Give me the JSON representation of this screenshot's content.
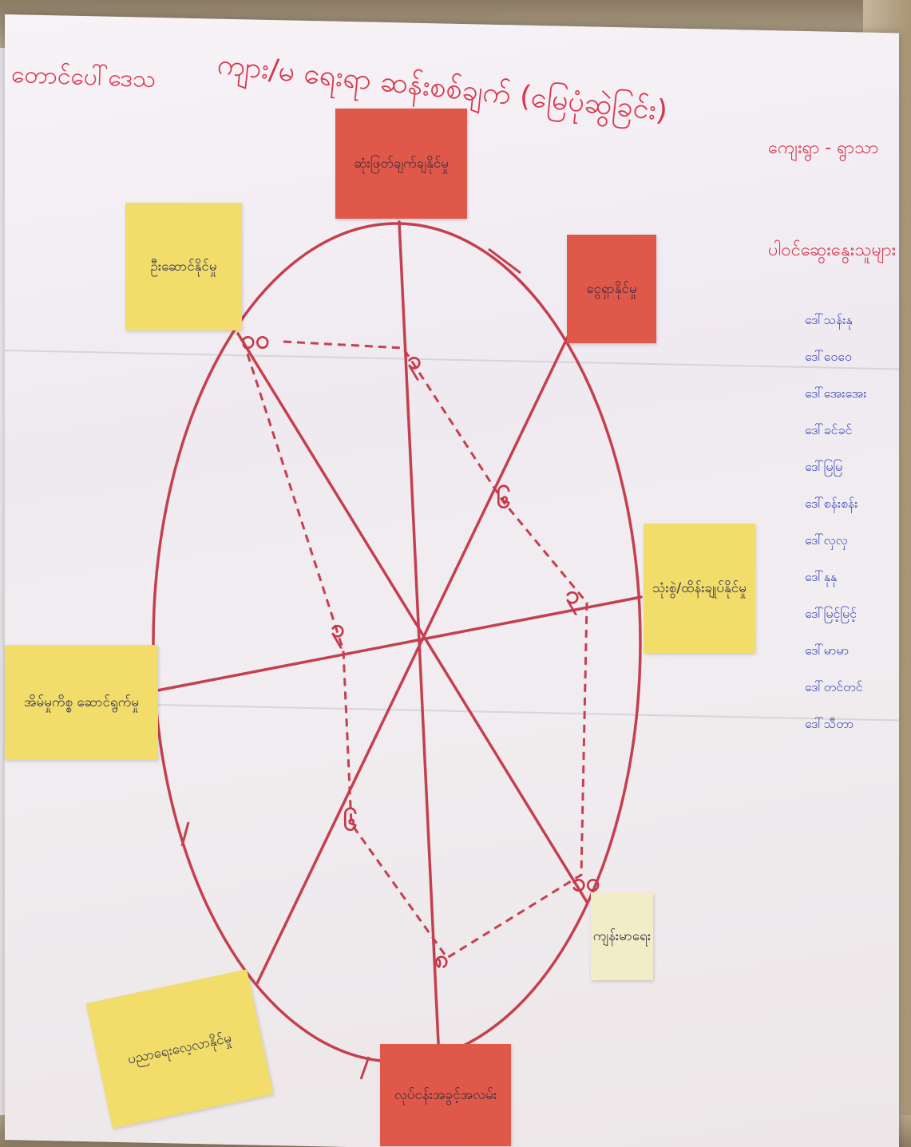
{
  "header": {
    "organization": "တောင်ပေါ်ဒေသ",
    "title": "ကျား/မ ရေးရာ ဆန်းစစ်ချက် (မြေပုံဆွဲခြင်း)"
  },
  "side_panel": {
    "heading_1": "ကျေးရွာ - ရွာသာ",
    "heading_2": "ပါဝင်ဆွေးနွေးသူများ",
    "participants": [
      "ဒေါ်သန်းနု",
      "ဒေါ်ဝေဝေ",
      "ဒေါ်အေးအေး",
      "ဒေါ်ခင်ခင်",
      "ဒေါ်မြမြ",
      "ဒေါ်စန်းစန်း",
      "ဒေါ်လှလှ",
      "ဒေါ်နုနု",
      "ဒေါ်မြင့်မြင့်",
      "ဒေါ်မာမာ",
      "ဒေါ်တင်တင်",
      "ဒေါ်သီတာ"
    ]
  },
  "notes": {
    "top": "ဆုံးဖြတ်ချက်ချနိုင်မှု",
    "top_right": "ငွေရှာနိုင်မှု",
    "right": "သုံးစွဲ/ထိန်းချုပ်နိုင်မှု",
    "bottom_right": "ကျန်းမာရေး",
    "bottom": "လုပ်ငန်းအခွင့်အလမ်း",
    "bottom_left": "ပညာရေးလေ့လာနိုင်မှု",
    "left": "အိမ်မှုကိစ္စ ဆောင်ရွက်မှု",
    "top_left": "ဦးဆောင်နိုင်မှု"
  },
  "scores": {
    "top": "၃",
    "top_right": "၆",
    "right": "၃",
    "bottom_right": "၁၀",
    "bottom": "၈",
    "bottom_left": "၆",
    "left": "၃",
    "top_left": "၁၀"
  },
  "colors": {
    "marker_red": "#d8364c",
    "participant_blue": "#3848b8",
    "note_red": "#e0584a",
    "note_yellow": "#f2dd6a"
  }
}
